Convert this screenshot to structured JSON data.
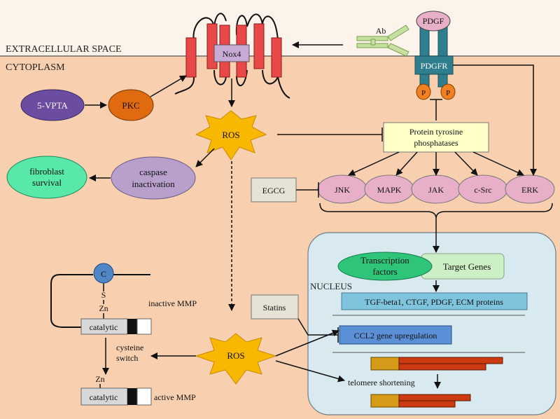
{
  "regions": {
    "extracellular": "EXTRACELLULAR SPACE",
    "cytoplasm": "CYTOPLASM",
    "nucleus": "NUCLEUS"
  },
  "colors": {
    "cytoplasm": "#f8d0b0",
    "extracellular": "#fcf3ea",
    "nucleus": "#d8eaf0",
    "helix": "#e84848",
    "receptor": "#2f7e8e",
    "ros": "#f8b800",
    "kinase": "#e8b0c8",
    "ptp": "#ffffc8",
    "transcription": "#2ec47a",
    "target": "#cdefc6",
    "gene_box": "#7ec4dc",
    "ccl2_box": "#5b8fd6",
    "orange_bar": "#d49a18",
    "red_bar": "#cc3a12"
  },
  "nodes": {
    "nox4": "Nox4",
    "pdgf": "PDGF",
    "pdgfr": "PDGFR",
    "p_left": "P",
    "p_right": "P",
    "ab": "Ab",
    "vpta": "5-VPTA",
    "pkc": "PKC",
    "ros_top": "ROS",
    "ros_bottom": "ROS",
    "ptp_line1": "Protein tyrosine",
    "ptp_line2": "phosphatases",
    "fibro_line1": "fibroblast",
    "fibro_line2": "survival",
    "caspase_line1": "caspase",
    "caspase_line2": "inactivation",
    "egcg": "EGCG",
    "jnk": "JNK",
    "mapk": "MAPK",
    "jak": "JAK",
    "csrc": "c-Src",
    "erk": "ERK",
    "tf_line1": "Transcription",
    "tf_line2": "factors",
    "target_genes": "Target Genes",
    "genes_box": "TGF-beta1, CTGF, PDGF, ECM proteins",
    "ccl2": "CCL2 gene upregulation",
    "statins": "Statins",
    "telomere": "telomere shortening"
  },
  "mmp": {
    "c": "C",
    "s": "S",
    "zn_top": "Zn",
    "zn_bottom": "Zn",
    "catalytic_top": "catalytic",
    "catalytic_bottom": "catalytic",
    "inactive": "inactive MMP",
    "active": "active MMP",
    "switch_line1": "cysteine",
    "switch_line2": "switch"
  }
}
